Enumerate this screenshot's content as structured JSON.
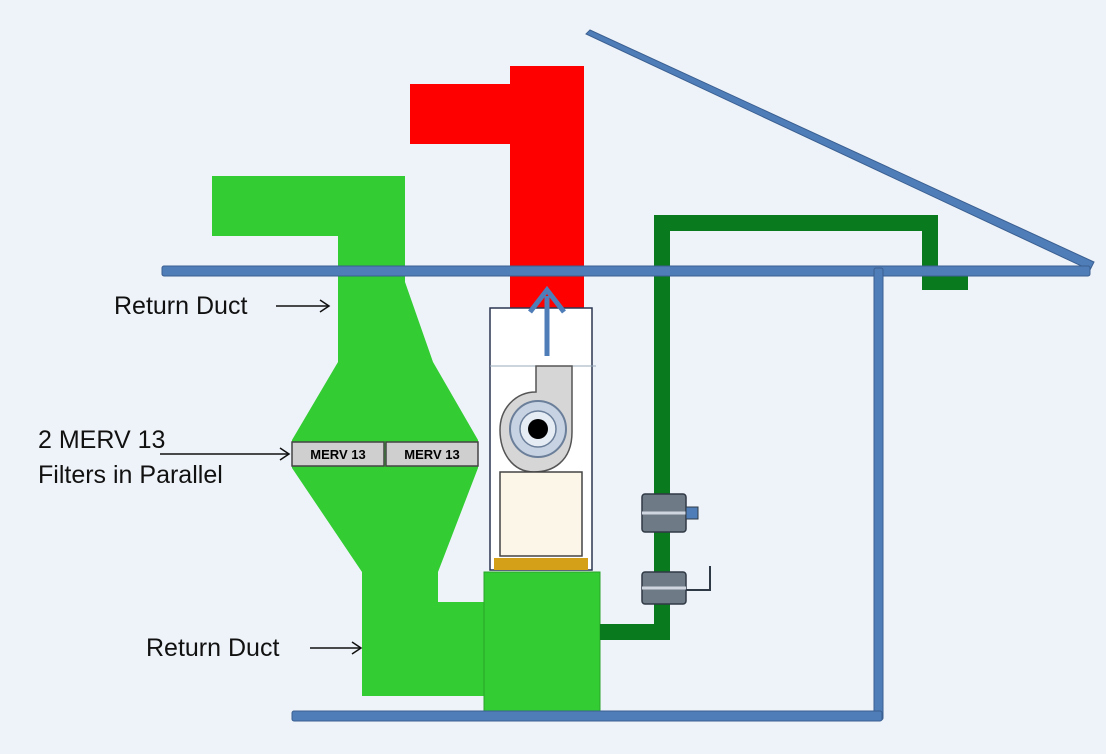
{
  "labels": {
    "return_duct_top": "Return Duct",
    "filters_line1": "2 MERV 13",
    "filters_line2": "Filters in Parallel",
    "return_duct_bottom": "Return Duct"
  },
  "filters": [
    {
      "label": "MERV 13"
    },
    {
      "label": "MERV 13"
    }
  ],
  "colors": {
    "background": "#eef3f9",
    "structure_blue": "#4f7db8",
    "return_green": "#33cc33",
    "supply_red": "#ff0000",
    "pipe_dark_green": "#0a7a1e",
    "filter_gray": "#cfcfcf",
    "valve_gray": "#6f7a87",
    "base_gold": "#d4a017"
  }
}
